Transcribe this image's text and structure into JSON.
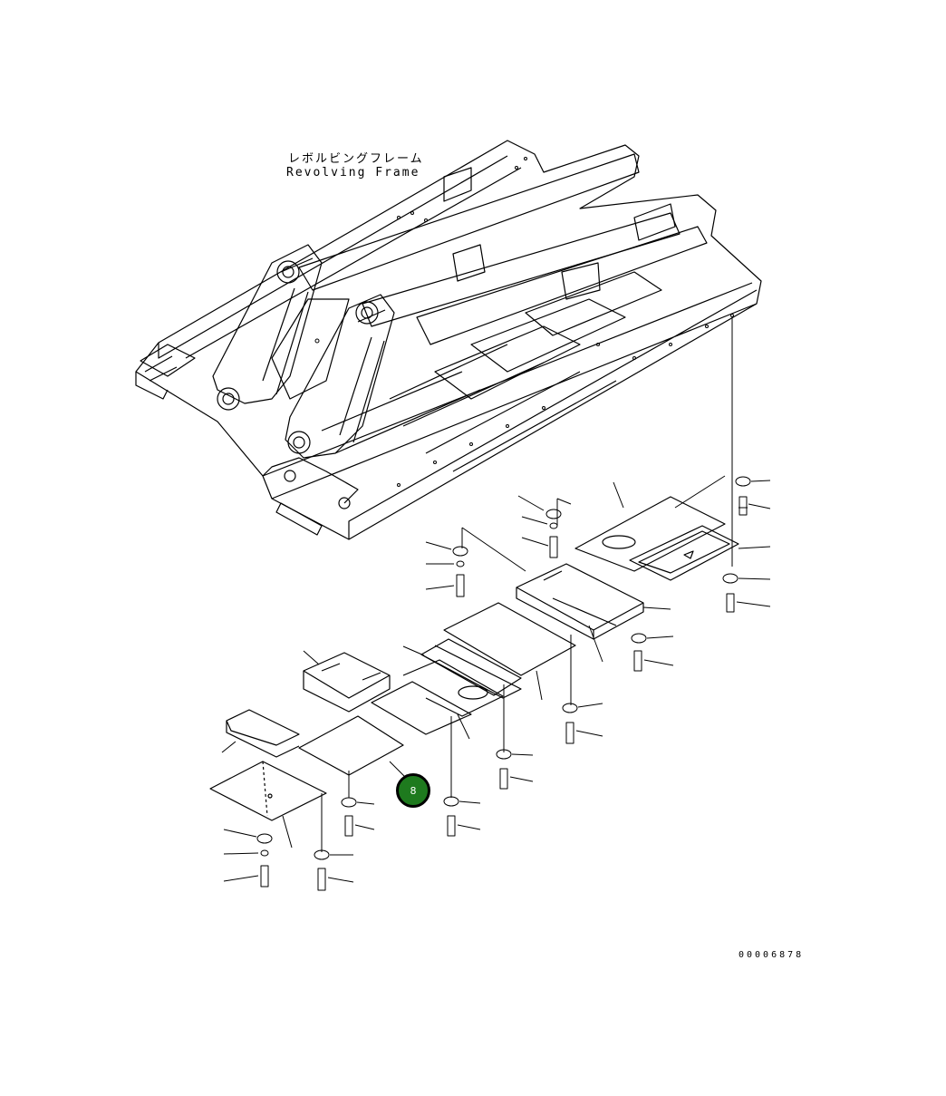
{
  "frame_label": {
    "japanese": "レボルビングフレーム",
    "english": "Revolving Frame"
  },
  "callout": {
    "number": "8",
    "color": "#1e7a1e"
  },
  "drawing_number": "00006878"
}
